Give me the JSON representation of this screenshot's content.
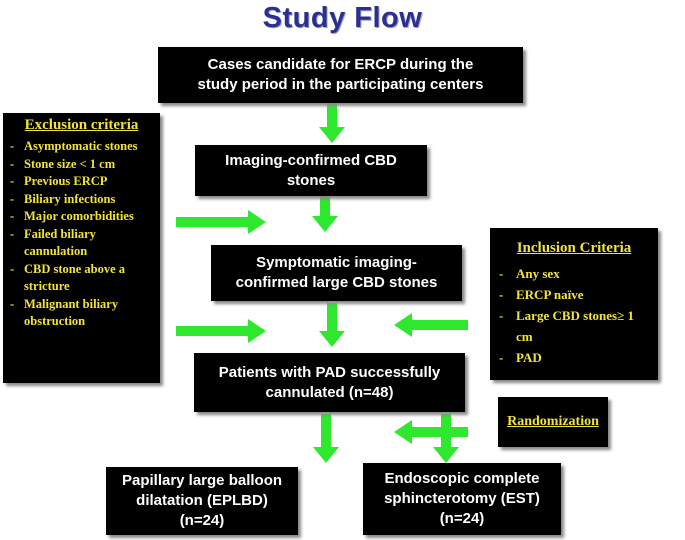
{
  "title": "Study Flow",
  "flow": {
    "box1": [
      "Cases candidate for ERCP during the",
      "study period in the participating centers"
    ],
    "box2": [
      "Imaging-confirmed CBD",
      "stones"
    ],
    "box3": [
      "Symptomatic imaging-",
      "confirmed large CBD stones"
    ],
    "box4": [
      "Patients with PAD successfully",
      "cannulated (n=48)"
    ],
    "box5": [
      "Papillary large balloon",
      "dilatation (EPLBD)",
      "(n=24)"
    ],
    "box6": [
      "Endoscopic complete",
      "sphincterotomy (EST)",
      "(n=24)"
    ]
  },
  "exclusion": {
    "heading": "Exclusion criteria",
    "items": [
      "Asymptomatic stones",
      "Stone size < 1 cm",
      "Previous ERCP",
      "Biliary infections",
      "Major comorbidities",
      "Failed biliary cannulation",
      "CBD stone above a stricture",
      "Malignant biliary obstruction"
    ]
  },
  "inclusion": {
    "heading": "Inclusion Criteria",
    "items": [
      "Any sex",
      "ERCP naïve",
      "Large CBD stones≥ 1 cm",
      "PAD"
    ]
  },
  "randomization": "Randomization",
  "colors": {
    "title": "#2b2f8f",
    "box": "#000000",
    "box_text": "#ffffff",
    "criteria_text": "#f2e33c",
    "arrow": "#2ee82e"
  }
}
